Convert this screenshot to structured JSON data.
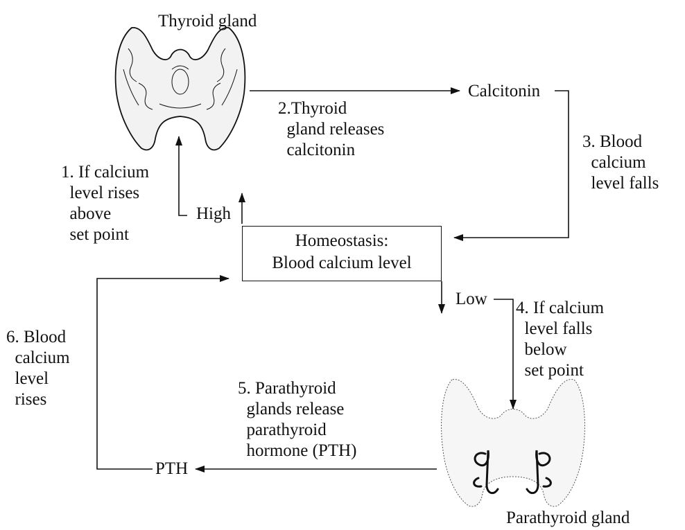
{
  "glands": {
    "thyroid": {
      "name": "Thyroid gland",
      "icon": "thyroid-gland-illustration"
    },
    "parathyroid": {
      "name": "Parathyroid gland",
      "icon": "parathyroid-gland-illustration"
    }
  },
  "center": {
    "line1": "Homeostasis:",
    "line2": "Blood calcium level"
  },
  "outputs": {
    "high": "High",
    "low": "Low",
    "calcitonin": "Calcitonin",
    "pth": "PTH"
  },
  "steps": [
    {
      "text": "1. If calcium\n  level rises\n  above\n  set point"
    },
    {
      "text": "2.Thyroid\n  gland releases\n  calcitonin"
    },
    {
      "text": "3. Blood\n  calcium\n  level falls"
    },
    {
      "text": "4. If calcium\n  level falls\n  below\n  set point"
    },
    {
      "text": "5. Parathyroid\n  glands release\n  parathyroid\n  hormone (PTH)"
    },
    {
      "text": "6. Blood\n  calcium\n  level\n  rises"
    }
  ],
  "colors": {
    "ink": "#111111",
    "background": "#ffffff"
  }
}
